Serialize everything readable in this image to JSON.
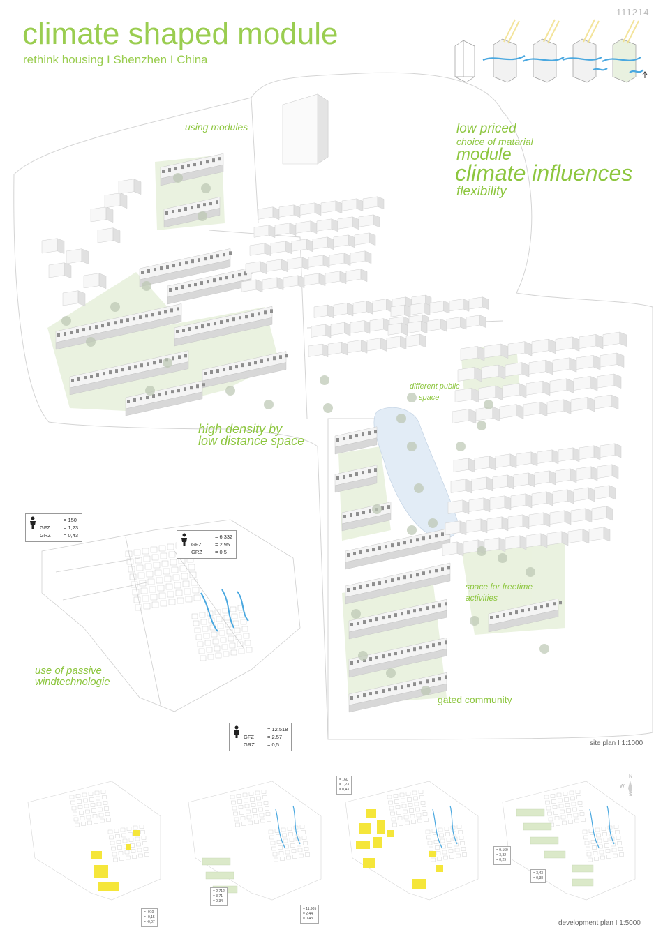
{
  "header": {
    "title": "climate shaped module",
    "subtitle": "rethink housing  I  Shenzhen  I  China",
    "code": "111214"
  },
  "concept_list": [
    {
      "text": "low priced",
      "size": "m"
    },
    {
      "text": "choice of matarial",
      "size": "s"
    },
    {
      "text": "module",
      "size": "l"
    },
    {
      "text": "climate influences",
      "size": "xl"
    },
    {
      "text": "flexibility",
      "size": "m"
    }
  ],
  "site_labels": {
    "using_modules": "using modules",
    "high_density_1": "high density by",
    "high_density_2": "low distance space",
    "public_space_1": "different public",
    "public_space_2": "space",
    "freetime_1": "space for freetime",
    "freetime_2": "activities",
    "gated": "gated community",
    "wind_1": "use of passive",
    "wind_2": "windtechnologie"
  },
  "stats": {
    "a": {
      "count": "= 150",
      "gfz_label": "GFZ",
      "gfz": "= 1,23",
      "grz_label": "GRZ",
      "grz": "= 0,43"
    },
    "b": {
      "count": "= 6.332",
      "gfz_label": "GFZ",
      "gfz": "= 2,95",
      "grz_label": "GRZ",
      "grz": "= 0,5"
    },
    "c": {
      "count": "= 12.518",
      "gfz_label": "GFZ",
      "gfz": "= 2,57",
      "grz_label": "GRZ",
      "grz": "= 0,5"
    }
  },
  "mini_stats": {
    "m1": [
      "= -910",
      "= -0,15",
      "= -0,07"
    ],
    "m2": [
      "= 2.712",
      "= 3,71",
      "= 0,34"
    ],
    "m3": [
      "= 11.905",
      "= 2,44",
      "= 0,43"
    ],
    "m4": [
      "= 160",
      "= 1,23",
      "= 0,43"
    ],
    "m5": [
      "= 9.160",
      "= 3,32",
      "= 0,29"
    ],
    "m6": [
      "= 3,43",
      "= 0,38"
    ]
  },
  "compass": {
    "n": "N",
    "w": "W",
    "s": "S"
  },
  "captions": {
    "site_plan": "site plan  I  1:1000",
    "development_plan": "development plan  I  1:5000"
  },
  "colors": {
    "accent_green": "#8dc63f",
    "park_green": "#d9e8c6",
    "water": "#e2ecf6",
    "wind_blue": "#4aa8e0",
    "highlight_yellow": "#f5e63a"
  }
}
